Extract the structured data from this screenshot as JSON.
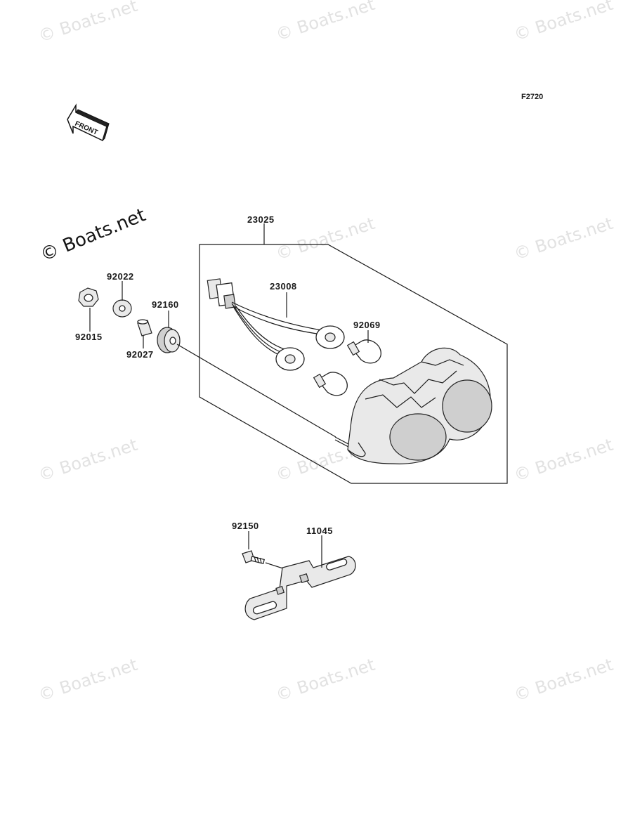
{
  "diagram_code": "F2720",
  "front_label": "FRONT",
  "watermark_text": "© Boats.net",
  "part_numbers": {
    "housing_assy": "23025",
    "harness": "23008",
    "bulb": "92069",
    "washer": "92022",
    "nut": "92015",
    "collar": "92027",
    "grommet": "92160",
    "bolt": "92150",
    "bracket": "11045"
  },
  "colors": {
    "line": "#1a1a1a",
    "watermark": "#e2e2e2",
    "part_fill": "#e9e9e9"
  }
}
